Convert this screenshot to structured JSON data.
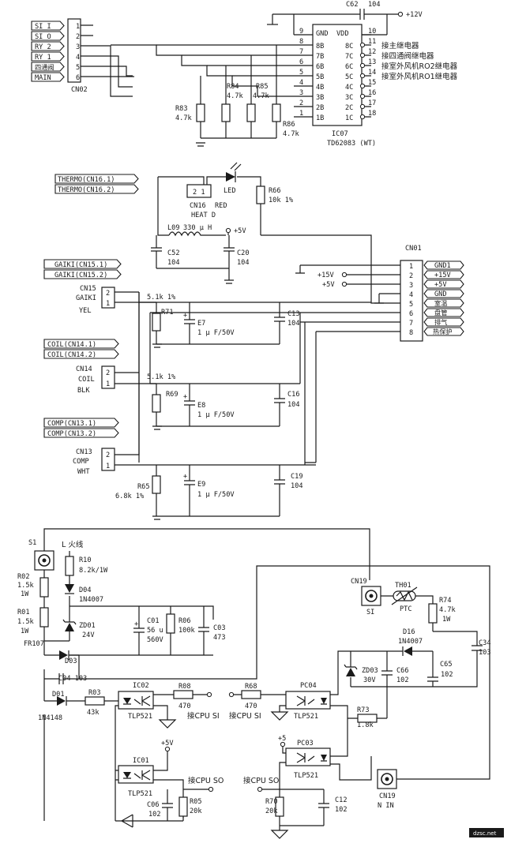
{
  "ic07": {
    "ref": "IC07",
    "part": "TD62083 (WT)",
    "gnd": "GND",
    "vdd": "VDD",
    "in_pins": [
      "8B",
      "7B",
      "6B",
      "5B",
      "4B",
      "3B",
      "2B",
      "1B"
    ],
    "out_pins": [
      "8C",
      "7C",
      "6C",
      "5C",
      "4C",
      "3C",
      "2C",
      "1C"
    ],
    "left_nums": [
      "9",
      "8",
      "7",
      "6",
      "5",
      "4",
      "3",
      "2",
      "1"
    ],
    "right_nums": [
      "10",
      "11",
      "12",
      "13",
      "14",
      "15",
      "16",
      "17",
      "18"
    ]
  },
  "cn02": {
    "ref": "CN02",
    "signals": [
      "SI I",
      "SI O",
      "RY 2",
      "RY 1",
      "四通阀",
      "MAIN"
    ],
    "nums": [
      "1",
      "2",
      "3",
      "4",
      "5",
      "6"
    ]
  },
  "relay_labels": [
    "接主继电器",
    "接四通阀继电器",
    "接室外风机RO2继电器",
    "接室外风机RO1继电器"
  ],
  "top": {
    "c62": "C62",
    "c62_val": "104",
    "vcc": "+12V",
    "r83": "R83",
    "r83_val": "4.7k",
    "r84": "R84",
    "r84_val": "4.7k",
    "r85": "R85",
    "r85_val": "4.7k",
    "r86": "R86",
    "r86_val": "4.7k"
  },
  "heater": {
    "thermo1": "THERMO(CN16.1)",
    "thermo2": "THERMO(CN16.2)",
    "cn16": "CN16",
    "red": "RED",
    "heat": "HEAT D",
    "pin_nums": "2 1",
    "led": "LED",
    "r66": "R66",
    "r66_val": "10k 1%",
    "l09": "L09",
    "l09_val": "330 μ H",
    "v5": "+5V",
    "c52": "C52",
    "c52_val": "104",
    "c20": "C20",
    "c20_val": "104"
  },
  "cn01": {
    "ref": "CN01",
    "nums": [
      "1",
      "2",
      "3",
      "4",
      "5",
      "6",
      "7",
      "8"
    ],
    "labels": [
      "GND1",
      "+15V",
      "+5V",
      "GND",
      "室温",
      "盘管",
      "排气",
      "热保护"
    ],
    "v15": "+15V",
    "v5": "+5V"
  },
  "sensors": [
    {
      "tag1": "GAIKI(CN15.1)",
      "tag2": "GAIKI(CN15.2)",
      "cn": "CN15",
      "name": "GAIKI",
      "color": "YEL",
      "r": "R71",
      "r_val": "5.1k 1%",
      "e": "E7",
      "e_val": "1 μ F/50V",
      "c": "C13",
      "c_val": "104"
    },
    {
      "tag1": "COIL(CN14.1)",
      "tag2": "COIL(CN14.2)",
      "cn": "CN14",
      "name": "COIL",
      "color": "BLK",
      "r": "R69",
      "r_val": "5.1k 1%",
      "e": "E8",
      "e_val": "1 μ F/50V",
      "c": "C16",
      "c_val": "104"
    },
    {
      "tag1": "COMP(CN13.1)",
      "tag2": "COMP(CN13.2)",
      "cn": "CN13",
      "name": "COMP",
      "color": "WHT",
      "r": "R65",
      "r_val": "6.8k 1%",
      "e": "E9",
      "e_val": "1 μ F/50V",
      "c": "C19",
      "c_val": "104"
    }
  ],
  "sensor_pin_nums": [
    "2",
    "1"
  ],
  "bottom": {
    "s1": "S1",
    "l": "L 火线",
    "r10": "R10",
    "r10_val": "8.2k/1W",
    "r02": "R02",
    "r02_val": "1.5k",
    "r02_w": "1W",
    "r01": "R01",
    "r01_val": "1.5k",
    "r01_w": "1W",
    "d04": "D04",
    "d04_val": "1N4007",
    "zd01": "ZD01",
    "zd01_val": "24V",
    "c01": "C01",
    "c01_val": "56 u",
    "c01_v": "560V",
    "r06": "R06",
    "r06_val": "100k",
    "c03": "C03",
    "c03_val": "473",
    "fr107": "FR107",
    "d03": "D03",
    "c04": "C04 103",
    "d01": "D01",
    "d01_val": "1N4148",
    "r03": "R03",
    "r03_val": "43k",
    "ic02": "IC02",
    "ic02_part": "TLP521",
    "r08": "R08",
    "r08_val": "470",
    "cpu_si1": "接CPU SI",
    "r68": "R68",
    "r68_val": "470",
    "cpu_si2": "接CPU SI",
    "pc04": "PC04",
    "pc04_part": "TLP521",
    "cn19a": "CN19",
    "si": "SI",
    "th01": "TH01",
    "ptc": "PTC",
    "r74": "R74",
    "r74_val": "4.7k",
    "r74_w": "1W",
    "d16": "D16",
    "d16_val": "1N4007",
    "c34": "C34",
    "c34_val": "103",
    "zd03": "ZD03",
    "zd03_val": "30V",
    "c66": "C66",
    "c66_val": "102",
    "c65": "C65",
    "c65_val": "102",
    "r73": "R73",
    "r73_val": "1.8k",
    "ic01": "IC01",
    "ic01_part": "TLP521",
    "v5": "+5V",
    "cpu_so1": "接CPU SO",
    "c06": "C06",
    "c06_val": "102",
    "r05": "R05",
    "r05_val": "20k",
    "v5b": "+5",
    "pc03": "PC03",
    "pc03_part": "TLP521",
    "cpu_so2": "接CPU SO",
    "r70": "R70",
    "r70_val": "20k",
    "c12": "C12",
    "c12_val": "102",
    "cn19b": "CN19",
    "nin": "N IN"
  },
  "watermark": "dzsc.net"
}
